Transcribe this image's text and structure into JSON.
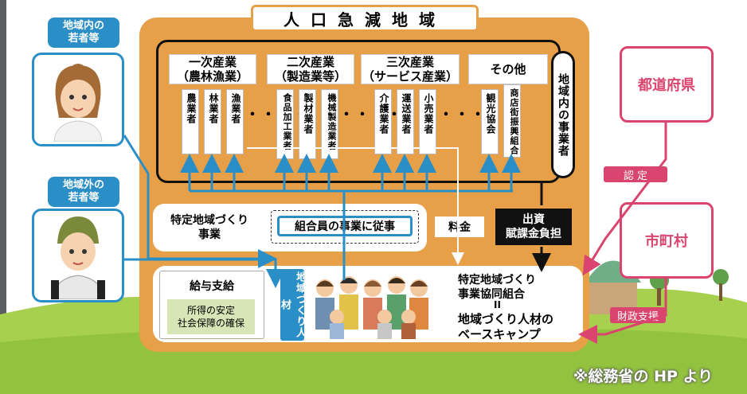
{
  "region_title": "人口急減地域",
  "sectors": [
    {
      "title": "一次産業\n（農林漁業）",
      "businesses": [
        "農業者",
        "林業者",
        "漁業者"
      ]
    },
    {
      "title": "二次産業\n（製造業等）",
      "businesses": [
        "食品加工業者",
        "製材業者",
        "機械製造業者"
      ]
    },
    {
      "title": "三次産業\n（サービス産業）",
      "businesses": [
        "介護業者",
        "運送業者",
        "小売業者"
      ]
    },
    {
      "title": "その他",
      "businesses": [
        "観光協会",
        "商店街振興組合"
      ]
    }
  ],
  "ellipsis": "・・・・",
  "local_businesses_label": "地域内の事業者",
  "young_local_label": "地域内の\n若者等",
  "young_outside_label": "地域外の\n若者等",
  "tokutei_project": "特定地域づくり\n事業",
  "work_label": "組合員の事業に従事",
  "fee_label": "料金",
  "investment_label": "出資\n賦課金負担",
  "cooperative_line1": "特定地域づくり",
  "cooperative_line2": "事業協同組合",
  "equals": "II",
  "base_line1": "地域づくり人材の",
  "base_line2": "ベースキャンプ",
  "salary_label": "給与支給",
  "security_label": "所得の安定\n社会保障の確保",
  "human_resources_label": "地域づくり人材",
  "prefecture_label": "都道府県",
  "certification_label": "認 定",
  "municipality_label": "市町村",
  "financial_support_label": "財政支援",
  "source_note": "※総務省の HP より",
  "colors": {
    "orange": "#e8a048",
    "blue": "#2a8fc7",
    "pink": "#d9456e",
    "green": "#8cc63f"
  }
}
